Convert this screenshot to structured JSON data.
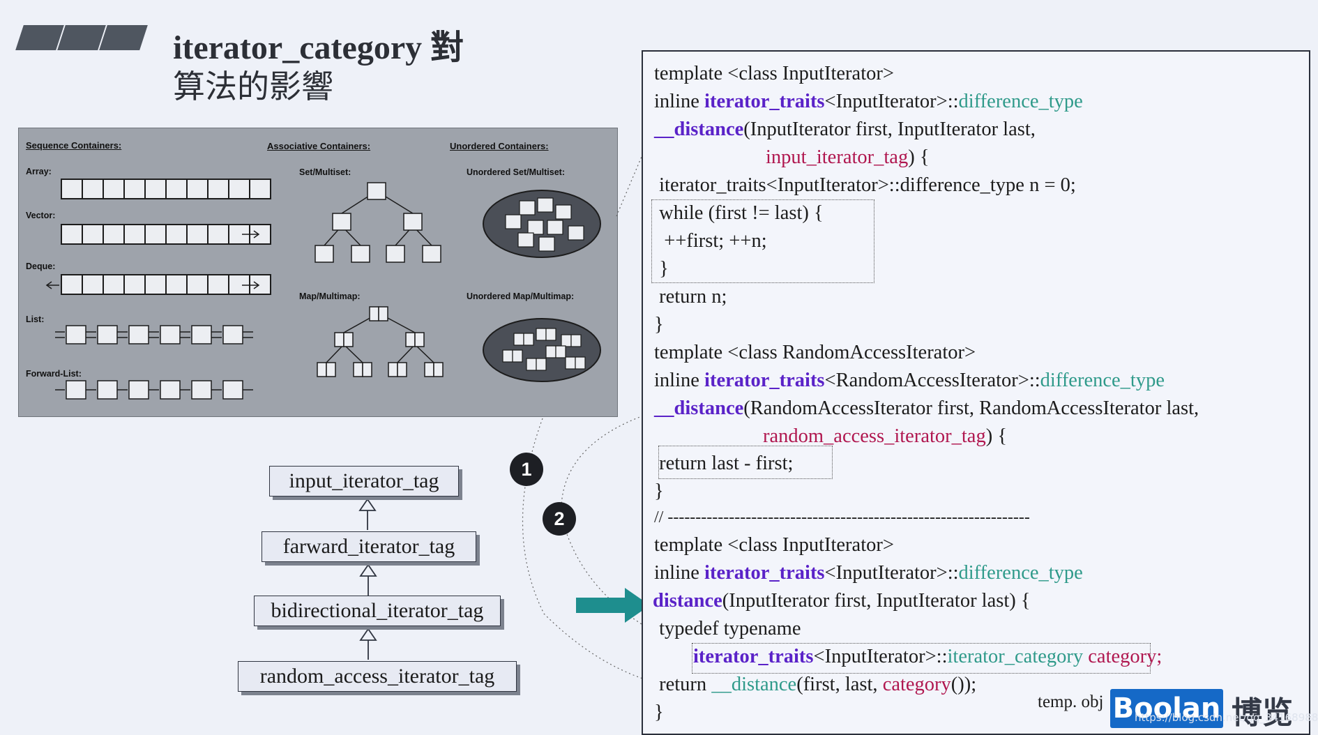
{
  "header": {
    "title_line1": "iterator_category 對",
    "title_line2": "算法的影響"
  },
  "containers": {
    "sequence_heading": "Sequence Containers:",
    "associative_heading": "Associative Containers:",
    "unordered_heading": "Unordered Containers:",
    "array": "Array:",
    "vector": "Vector:",
    "deque": "Deque:",
    "list": "List:",
    "forward_list": "Forward-List:",
    "set_multiset": "Set/Multiset:",
    "map_multimap": "Map/Multimap:",
    "unordered_set": "Unordered Set/Multiset:",
    "unordered_map": "Unordered Map/Multimap:"
  },
  "tags": {
    "input": "input_iterator_tag",
    "forward": "farward_iterator_tag",
    "bidirectional": "bidirectional_iterator_tag",
    "random": "random_access_iterator_tag"
  },
  "badges": {
    "one": "1",
    "two": "2"
  },
  "code": {
    "l1": "template <class InputIterator>",
    "l2a": "inline ",
    "l2b": "iterator_traits",
    "l2c": "<InputIterator>::",
    "l2d": "difference_type",
    "l3a": "__distance",
    "l3b": "(InputIterator first, InputIterator last,",
    "l4": "input_iterator_tag",
    "l4b": ") {",
    "l5": " iterator_traits<InputIterator>::difference_type n = 0;",
    "l6": " while (first != last) {",
    "l7": "  ++first; ++n;",
    "l8": " }",
    "l9": " return n;",
    "l10": "}",
    "l11": "template <class RandomAccessIterator>",
    "l12a": "inline ",
    "l12b": "iterator_traits",
    "l12c": "<RandomAccessIterator>::",
    "l12d": "difference_type",
    "l13a": "__distance",
    "l13b": "(RandomAccessIterator first, RandomAccessIterator last,",
    "l14": "random_access_iterator_tag",
    "l14b": ") {",
    "l15": " return last - first;",
    "l16": "}",
    "l17": "// -----------------------------------------------------------------",
    "l18": "template <class InputIterator>",
    "l19a": "inline ",
    "l19b": "iterator_traits",
    "l19c": "<InputIterator>::",
    "l19d": "difference_type",
    "l20a": "distance",
    "l20b": "(InputIterator first, InputIterator last) {",
    "l21": " typedef typename",
    "l22a": "iterator_traits",
    "l22b": "<InputIterator>::",
    "l22c": "iterator_category",
    "l22d": " category;",
    "l23a": " return ",
    "l23b": "__distance",
    "l23c": "(first, last, ",
    "l23d": "category",
    "l23e": "());",
    "l24": "}"
  },
  "footer": {
    "temp_obj": "temp. obj",
    "logo": "Boolan",
    "logo_cn": "博览",
    "watermark": "https://blog.csdn.net/qq_34168988"
  },
  "colors": {
    "keyword": "#5a22c8",
    "type": "#2f9a8a",
    "tag": "#b0174f",
    "accent_arrow": "#1e8e8e"
  }
}
